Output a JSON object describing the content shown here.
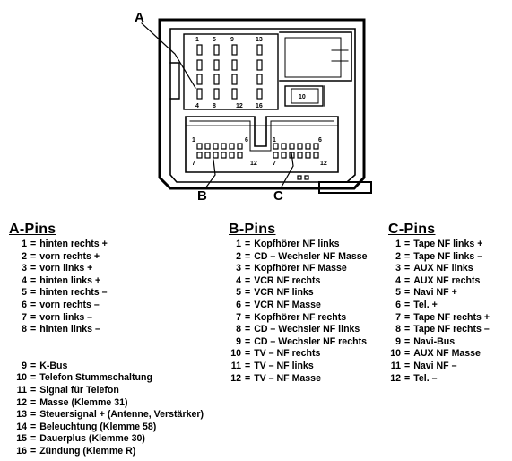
{
  "diagram": {
    "callouts": {
      "a": "A",
      "b": "B",
      "c": "C"
    },
    "a_block_labels": [
      "1",
      "5",
      "9",
      "13",
      "4",
      "8",
      "12",
      "16"
    ],
    "b_block_labels": [
      "1",
      "6",
      "7",
      "12"
    ],
    "c_block_labels": [
      "1",
      "6",
      "7",
      "12"
    ],
    "small_block_label": "10"
  },
  "a_pins": {
    "title": "A-Pins",
    "rows": [
      {
        "num": "1",
        "sep": "=",
        "text": "hinten rechts +"
      },
      {
        "num": "2",
        "sep": "=",
        "text": "vorn rechts +"
      },
      {
        "num": "3",
        "sep": "=",
        "text": "vorn links +"
      },
      {
        "num": "4",
        "sep": "=",
        "text": "hinten links +"
      },
      {
        "num": "5",
        "sep": "=",
        "text": "hinten rechts –"
      },
      {
        "num": "6",
        "sep": "=",
        "text": "vorn rechts –"
      },
      {
        "num": "7",
        "sep": "=",
        "text": "vorn links –"
      },
      {
        "num": "8",
        "sep": "=",
        "text": "hinten links –"
      }
    ],
    "rows2": [
      {
        "num": "9",
        "sep": "=",
        "text": "K-Bus"
      },
      {
        "num": "10",
        "sep": "=",
        "text": "Telefon Stummschaltung"
      },
      {
        "num": "11",
        "sep": "=",
        "text": "Signal für Telefon"
      },
      {
        "num": "12",
        "sep": "=",
        "text": "Masse (Klemme 31)"
      },
      {
        "num": "13",
        "sep": "=",
        "text": "Steuersignal + (Antenne, Verstärker)"
      },
      {
        "num": "14",
        "sep": "=",
        "text": "Beleuchtung (Klemme 58)"
      },
      {
        "num": "15",
        "sep": "=",
        "text": "Dauerplus (Klemme 30)"
      },
      {
        "num": "16",
        "sep": "=",
        "text": "Zündung (Klemme R)"
      }
    ]
  },
  "b_pins": {
    "title": "B-Pins",
    "rows": [
      {
        "num": "1",
        "sep": "=",
        "text": "Kopfhörer NF links"
      },
      {
        "num": "2",
        "sep": "=",
        "text": "CD – Wechsler NF Masse"
      },
      {
        "num": "3",
        "sep": "=",
        "text": "Kopfhörer NF Masse"
      },
      {
        "num": "4",
        "sep": "=",
        "text": "VCR NF rechts"
      },
      {
        "num": "5",
        "sep": "=",
        "text": "VCR NF links"
      },
      {
        "num": "6",
        "sep": "=",
        "text": "VCR NF Masse"
      },
      {
        "num": "7",
        "sep": "=",
        "text": "Kopfhörer NF rechts"
      },
      {
        "num": "8",
        "sep": "=",
        "text": "CD – Wechsler NF links"
      },
      {
        "num": "9",
        "sep": "=",
        "text": "CD – Wechsler NF rechts"
      },
      {
        "num": "10",
        "sep": "=",
        "text": "TV – NF rechts"
      },
      {
        "num": "11",
        "sep": "=",
        "text": "TV – NF links"
      },
      {
        "num": "12",
        "sep": "=",
        "text": "TV – NF Masse"
      }
    ]
  },
  "c_pins": {
    "title": "C-Pins",
    "rows": [
      {
        "num": "1",
        "sep": "=",
        "text": "Tape NF links +"
      },
      {
        "num": "2",
        "sep": "=",
        "text": "Tape NF links –"
      },
      {
        "num": "3",
        "sep": "=",
        "text": "AUX NF links"
      },
      {
        "num": "4",
        "sep": "=",
        "text": "AUX NF rechts"
      },
      {
        "num": "5",
        "sep": "=",
        "text": "Navi NF +"
      },
      {
        "num": "6",
        "sep": "=",
        "text": "Tel. +"
      },
      {
        "num": "7",
        "sep": "=",
        "text": "Tape NF rechts +"
      },
      {
        "num": "8",
        "sep": "=",
        "text": "Tape NF rechts –"
      },
      {
        "num": "9",
        "sep": "=",
        "text": "Navi-Bus"
      },
      {
        "num": "10",
        "sep": "=",
        "text": "AUX NF Masse"
      },
      {
        "num": "11",
        "sep": "=",
        "text": "Navi NF –"
      },
      {
        "num": "12",
        "sep": "=",
        "text": "Tel. –"
      }
    ]
  }
}
